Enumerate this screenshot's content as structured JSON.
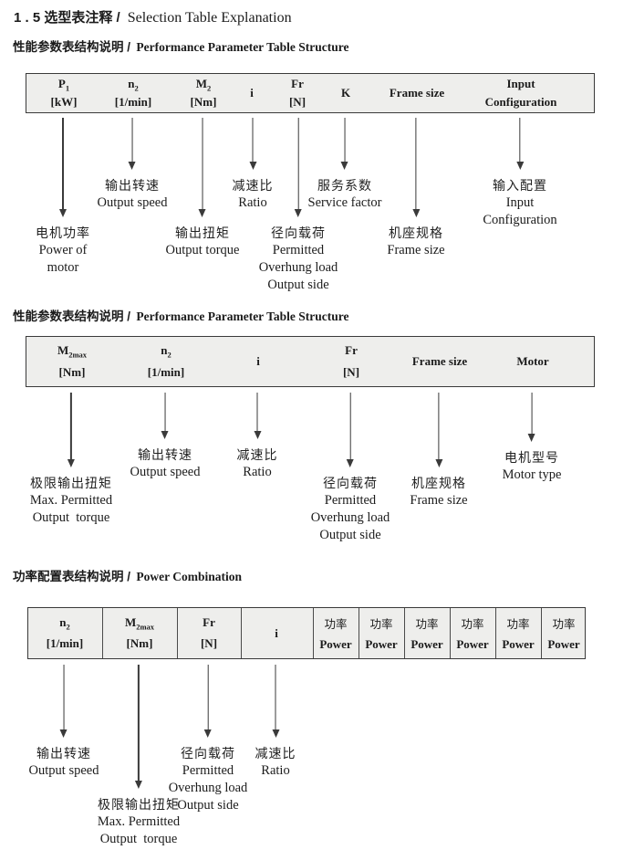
{
  "page_title": {
    "cn": "1 . 5 选型表注释 /",
    "en": "Selection Table Explanation"
  },
  "colors": {
    "band_fill": "#eeeeec",
    "band_border": "#3a3a3a",
    "text": "#1b1b1b"
  },
  "sections": [
    {
      "heading": {
        "cn": "性能参数表结构说明 /",
        "en": "Performance Parameter Table Structure"
      },
      "columns": [
        {
          "sym": "P",
          "sub": "1",
          "unit": "[kW]"
        },
        {
          "sym": "n",
          "sub": "2",
          "unit": "[1/min]"
        },
        {
          "sym": "M",
          "sub": "2",
          "unit": "[Nm]"
        },
        {
          "sym": "i",
          "sub": "",
          "unit": ""
        },
        {
          "sym": "Fr",
          "sub": "",
          "unit": "[N]"
        },
        {
          "sym": "K",
          "sub": "",
          "unit": ""
        },
        {
          "sym": "Frame size",
          "sub": "",
          "unit": ""
        },
        {
          "sym": "Input",
          "sub": "",
          "unit": "Configuration"
        }
      ],
      "annotations": [
        {
          "lines": [
            "电机功率",
            "Power of",
            "motor"
          ]
        },
        {
          "lines": [
            "输出转速",
            "Output speed"
          ]
        },
        {
          "lines": [
            "输出扭矩",
            "Output torque"
          ]
        },
        {
          "lines": [
            "减速比",
            "Ratio"
          ]
        },
        {
          "lines": [
            "径向载荷",
            "Permitted",
            "Overhung load",
            "Output side"
          ]
        },
        {
          "lines": [
            "服务系数",
            "Service factor"
          ]
        },
        {
          "lines": [
            "机座规格",
            "Frame size"
          ]
        },
        {
          "lines": [
            "输入配置",
            "Input",
            "Configuration"
          ]
        }
      ]
    },
    {
      "heading": {
        "cn": "性能参数表结构说明 /",
        "en": "Performance Parameter Table Structure"
      },
      "columns": [
        {
          "sym": "M",
          "sub": "2max",
          "unit": "[Nm]"
        },
        {
          "sym": "n",
          "sub": "2",
          "unit": "[1/min]"
        },
        {
          "sym": "i",
          "sub": "",
          "unit": ""
        },
        {
          "sym": "Fr",
          "sub": "",
          "unit": "[N]"
        },
        {
          "sym": "Frame size",
          "sub": "",
          "unit": ""
        },
        {
          "sym": "Motor",
          "sub": "",
          "unit": ""
        }
      ],
      "annotations": [
        {
          "lines": [
            "极限输出扭矩",
            "Max. Permitted",
            "Output  torque"
          ]
        },
        {
          "lines": [
            "输出转速",
            "Output speed"
          ]
        },
        {
          "lines": [
            "减速比",
            "Ratio"
          ]
        },
        {
          "lines": [
            "径向载荷",
            "Permitted",
            "Overhung load",
            "Output side"
          ]
        },
        {
          "lines": [
            "机座规格",
            "Frame size"
          ]
        },
        {
          "lines": [
            "电机型号",
            "Motor type"
          ]
        }
      ]
    },
    {
      "heading": {
        "cn": "功率配置表结构说明 /",
        "en": "Power Combination"
      },
      "columns": [
        {
          "sym": "n",
          "sub": "2",
          "unit": "[1/min]"
        },
        {
          "sym": "M",
          "sub": "2max",
          "unit": "[Nm]"
        },
        {
          "sym": "Fr",
          "sub": "",
          "unit": "[N]"
        },
        {
          "sym": "i",
          "sub": "",
          "unit": ""
        }
      ],
      "power_cells": [
        {
          "cn": "功率",
          "en": "Power"
        },
        {
          "cn": "功率",
          "en": "Power"
        },
        {
          "cn": "功率",
          "en": "Power"
        },
        {
          "cn": "功率",
          "en": "Power"
        },
        {
          "cn": "功率",
          "en": "Power"
        },
        {
          "cn": "功率",
          "en": "Power"
        }
      ],
      "annotations": [
        {
          "lines": [
            "输出转速",
            "Output speed"
          ]
        },
        {
          "lines": [
            "极限输出扭矩",
            "Max. Permitted",
            "Output  torque"
          ]
        },
        {
          "lines": [
            "径向载荷",
            "Permitted",
            "Overhung load",
            "Output side"
          ]
        },
        {
          "lines": [
            "减速比",
            "Ratio"
          ]
        }
      ]
    }
  ]
}
